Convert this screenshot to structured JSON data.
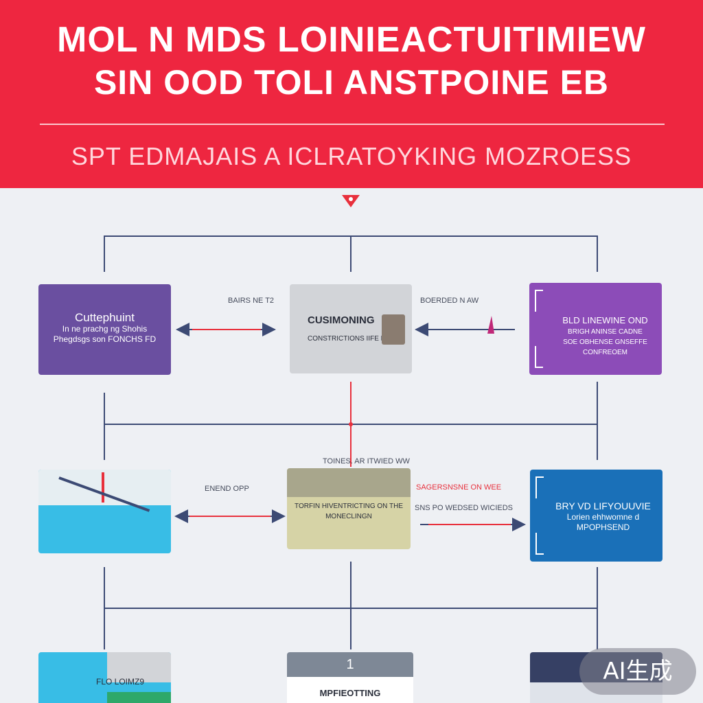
{
  "header": {
    "title_line1": "MOL N MDS LOINIEACTUITIMIEW",
    "title_line2": "SIN OOD TOLI ANSTPOINE EB",
    "note": "",
    "subtitle": "SPT EDMAJAIS A ICLRATOYKING MOZROESS"
  },
  "colors": {
    "header": "#ee2640",
    "background": "#eef0f4",
    "connector": "#3c4a74",
    "accent_red": "#e8303c",
    "purple": "#6a4fa0",
    "violet": "#8c4cb8",
    "cyan": "#38bde6",
    "khaki": "#d6d3a6",
    "blue": "#1a70b8",
    "grey_card": "#d2d4d8"
  },
  "cards": {
    "purple_left": {
      "title": "Cuttephuint",
      "lines": [
        "In ne prachg ng Shohis",
        "Phegdsgs son FONCHS FD"
      ]
    },
    "grey_center": {
      "label": "",
      "title": "CUSIMONING",
      "lines": [
        "CONSTRICTIONS IIFE LE"
      ]
    },
    "violet_right": {
      "title": "BLD LINEWINE OND",
      "lines": [
        "BRIGH ANINSE CADNE",
        "SOE OBHENSE GNSEFFE",
        "CONFREOEM"
      ]
    },
    "cyan_left": {
      "title": "",
      "lines": []
    },
    "khaki_center": {
      "label": "TOINES. AR ITWIED WW",
      "title": "",
      "lines": [
        "TORFIN HIVENTRICTING ON THE",
        "MONECLINGN"
      ]
    },
    "blue_right": {
      "title": "BRY VD LIFYOUUVIE",
      "lines": [
        "Lorien ehhwomne d",
        "MPOPHSEND"
      ]
    },
    "bottom_center": {
      "number": "1",
      "title": "MPFIEOTTING"
    },
    "bottom_left": {
      "label": "FLO LOIMZ9"
    }
  },
  "connector_labels": {
    "top_left": "BAIRS NE T2",
    "top_right": "BOERDED N AW",
    "mid_left": "ENEND OPP",
    "mid_right": "SAGERSNSNE ON WEE",
    "mid_right_sub": "SNS PO WEDSED WICIEDS"
  },
  "watermark": "AI生成"
}
